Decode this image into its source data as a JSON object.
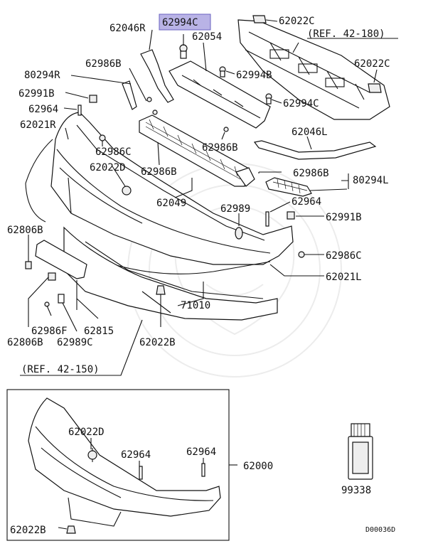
{
  "labels": {
    "p62994C_hl": "62994C",
    "p62046R": "62046R",
    "p62054": "62054",
    "p62022C_top": "62022C",
    "ref42180": "(REF. 42-180)",
    "p62022C_right": "62022C",
    "p80294R": "80294R",
    "p62986B_1": "62986B",
    "p62994B": "62994B",
    "p62991B_l": "62991B",
    "p62964_l": "62964",
    "p62994C_2": "62994C",
    "p62021R": "62021R",
    "p62986C_1": "62986C",
    "p62986B_2": "62986B",
    "p62046L": "62046L",
    "p62022D_1": "62022D",
    "p62986B_3": "62986B",
    "p62986B_4": "62986B",
    "p80294L": "80294L",
    "p62964_r": "62964",
    "p62049": "62049",
    "p62989": "62989",
    "p62991B_r": "62991B",
    "p62806B_1": "62806B",
    "p62986C_2": "62986C",
    "p62021L": "62021L",
    "p71010": "71010",
    "p62986F": "62986F",
    "p62815": "62815",
    "p62022B_1": "62022B",
    "p62806B_2": "62806B",
    "p62989C": "62989C",
    "ref42150": "(REF. 42-150)",
    "p62022D_2": "62022D",
    "p62964_b1": "62964",
    "p62964_b2": "62964",
    "p62000": "62000",
    "p99338": "99338",
    "p62022B_2": "62022B",
    "diagram_code": "D00036D"
  },
  "colors": {
    "highlight_fill": "#b9b3e6",
    "highlight_stroke": "#6a63c0",
    "line": "#111111"
  }
}
